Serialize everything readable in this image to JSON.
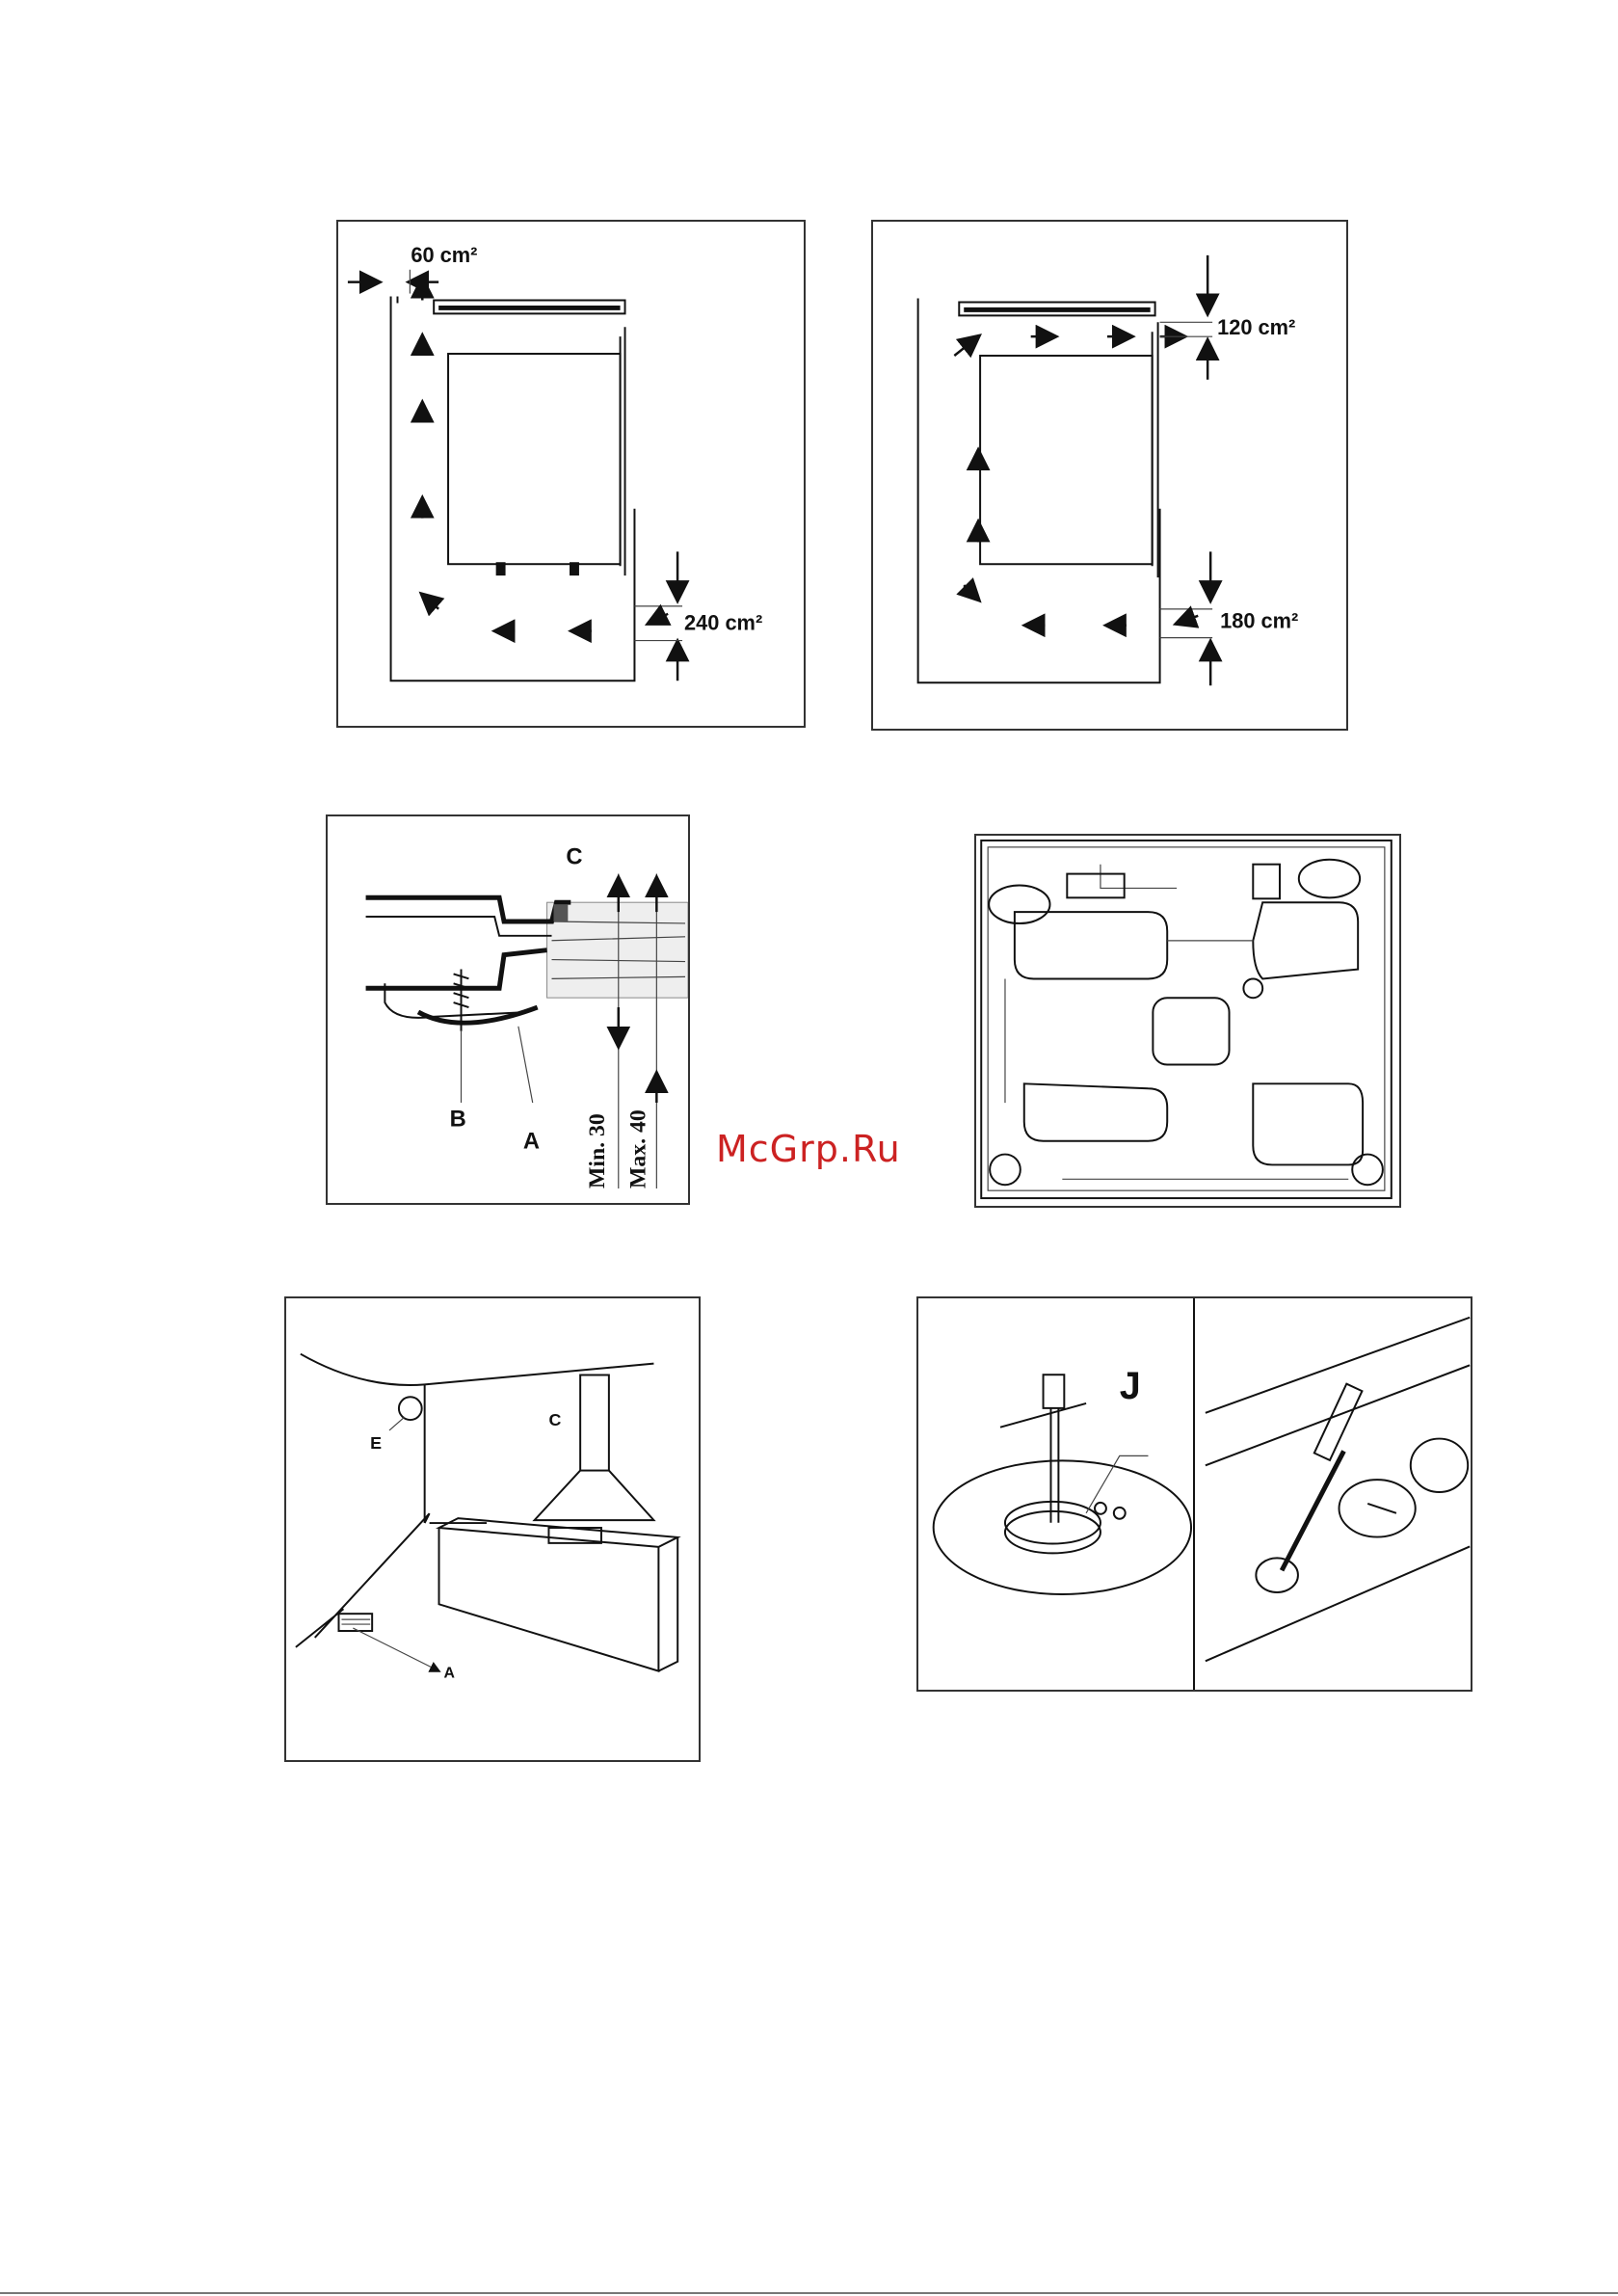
{
  "figures": {
    "vent_left": {
      "top_label": "60 cm²",
      "bottom_label": "240 cm²"
    },
    "vent_right": {
      "top_label": "120 cm²",
      "bottom_label": "180 cm²"
    },
    "fixing": {
      "label_c": "C",
      "label_b": "B",
      "label_a": "A",
      "min_label": "Min. 30",
      "max_label": "Max. 40"
    },
    "room": {
      "label_e": "E",
      "label_c": "C",
      "label_a": "A"
    },
    "burner": {
      "label_j": "J"
    }
  },
  "watermark": "McGrp.Ru",
  "colors": {
    "watermark": "#cc2222",
    "border": "#333333"
  }
}
